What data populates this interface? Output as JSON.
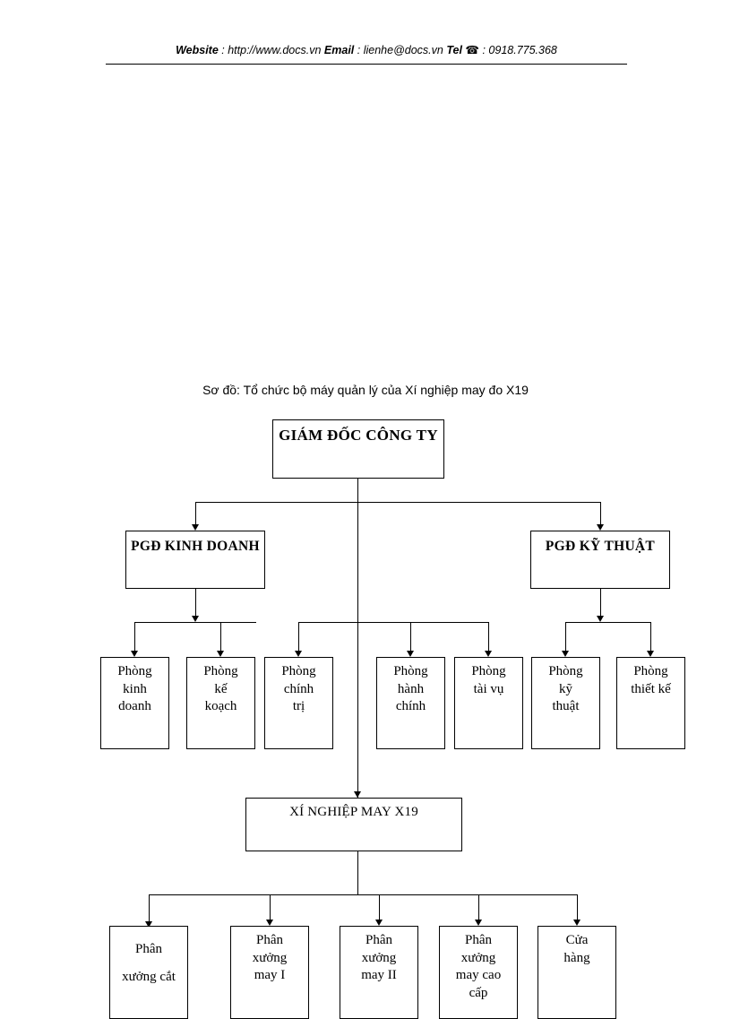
{
  "header": {
    "website_label": "Website",
    "website_sep": " : ",
    "website_url": "http://www.docs.vn",
    "email_label": "Email",
    "email_sep": "  : ",
    "email_value": "lienhe@docs.vn",
    "tel_label": "Tel",
    "tel_icon": "telephone-icon",
    "tel_glyph": "☎",
    "tel_sep": " : ",
    "tel_value": "0918.775.368"
  },
  "diagram": {
    "title": "Sơ đồ: Tổ chức bộ máy quản lý của Xí nghiệp may đo X19",
    "director": "GIÁM ĐỐC CÔNG TY",
    "deputies": [
      {
        "label": "PGĐ KINH DOANH"
      },
      {
        "label": "PGĐ KỸ THUẬT"
      }
    ],
    "departments": [
      {
        "label": "Phòng\nkinh\ndoanh"
      },
      {
        "label": "Phòng\nkế\nkoạch"
      },
      {
        "label": "Phòng\nchính\ntrị"
      },
      {
        "label": "Phòng\nhành\nchính"
      },
      {
        "label": "Phòng\ntài vụ"
      },
      {
        "label": "Phòng\nkỹ\nthuật"
      },
      {
        "label": "Phòng\nthiết kế"
      }
    ],
    "factory": "XÍ NGHIỆP MAY X19",
    "workshops": [
      {
        "label": "Phân\nxưởng cắt"
      },
      {
        "label": "Phân\nxưởng\nmay I"
      },
      {
        "label": "Phân\nxưởng\nmay II"
      },
      {
        "label": "Phân\nxưởng\nmay cao\ncấp"
      },
      {
        "label": "Cửa\nhàng"
      }
    ]
  },
  "colors": {
    "ink": "#000000",
    "paper": "#ffffff"
  }
}
